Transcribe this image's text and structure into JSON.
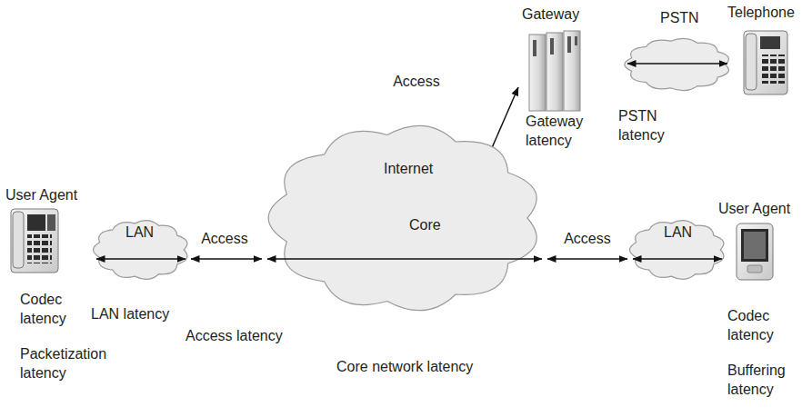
{
  "diagram": {
    "nodes": [
      {
        "text": [
          "User Agent"
        ]
      },
      {
        "text": [
          "LAN"
        ]
      },
      {
        "text": [
          "Internet",
          "Core"
        ]
      },
      {
        "text": [
          "LAN"
        ]
      },
      {
        "text": [
          "User Agent"
        ]
      },
      {
        "text": [
          "Gateway"
        ]
      },
      {
        "text": [
          "PSTN"
        ]
      },
      {
        "text": [
          "Telephone"
        ]
      }
    ],
    "edges": [
      {
        "from": 1,
        "to": 2,
        "label": "Access",
        "arrow": "both"
      },
      {
        "from": 2,
        "to": 3,
        "label": "Access",
        "arrow": "both"
      },
      {
        "from": 2,
        "to": 5,
        "label": "Access",
        "arrow": "both"
      }
    ],
    "labels": [
      "Codec latency",
      "Packetization latency",
      "LAN latency",
      "Access latency",
      "Core network latency",
      "Codec latency",
      "Buffering latency",
      "Gateway latency",
      "PSTN latency"
    ]
  }
}
